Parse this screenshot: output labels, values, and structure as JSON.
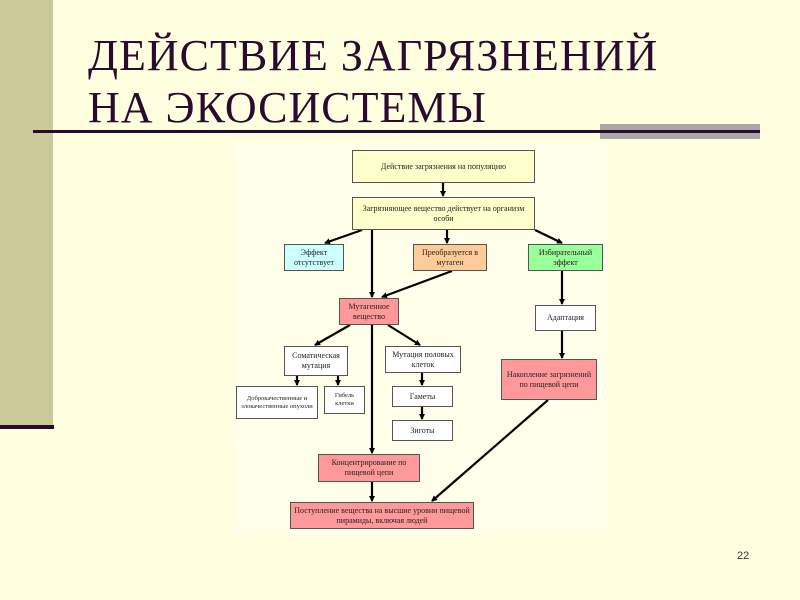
{
  "slide": {
    "title_line1": "ДЕЙСТВИЕ ЗАГРЯЗНЕНИЙ",
    "title_line2": "НА ЭКОСИСТЕМЫ",
    "page_number": "22"
  },
  "diagram": {
    "nodes": {
      "population": "Действие загрязнения на популяцию",
      "organism": "Загрязняющее вещество действует на организм особи",
      "no_effect": "Эффект отсутствует",
      "to_mutagen": "Преобразуется в мутаген",
      "selective": "Избирательный эффект",
      "mutagenic": "Мутагенное вещество",
      "adaptation": "Адаптация",
      "somatic": "Соматическая мутация",
      "germ_cells": "Мутация половых клеток",
      "tumors": "Доброкачественные и злокачественные опухоли",
      "cell_death": "Гибель клетки",
      "gametes": "Гаметы",
      "zygotes": "Зиготы",
      "accumulation": "Накопление загрязнений по пищевой цепи",
      "concentration": "Концентрирование по пищевой цепи",
      "higher_levels": "Поступление вещества на высшие уровни пищевой пирамиды, включая людей"
    }
  }
}
